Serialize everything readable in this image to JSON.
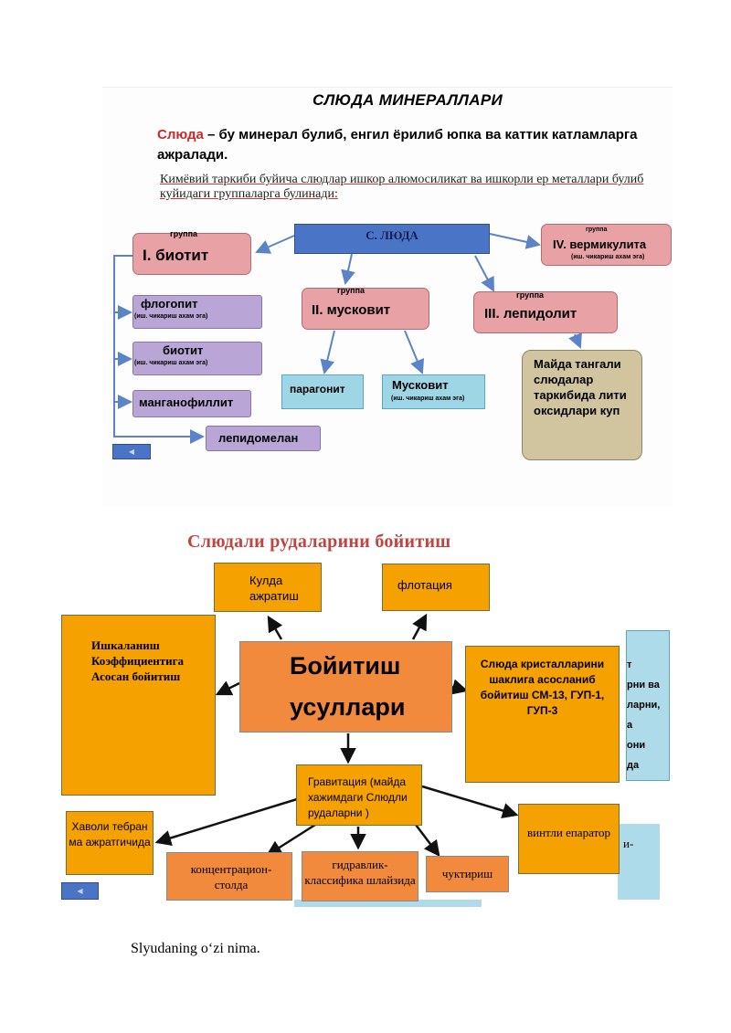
{
  "slide1": {
    "title": "СЛЮДА МИНЕРАЛЛАРИ",
    "definition_term": "Слюда",
    "definition_rest": " – бу минерал булиб, енгил ёрилиб юпка ва каттик катламларга ажралади.",
    "classification": "Кимёвий таркиби буйича слюдлар ишкор алюмосиликат ва ишкорли ер металлари булиб куйидаги группаларга булинади:",
    "center_label": "С. ЛЮДА",
    "group_word": "группа",
    "biotit_group": "I. биотит",
    "muskovit_group": "II. мусковит",
    "lepidolit_group": "III. лепидолит",
    "vermikulit_group": "IV. вермикулита",
    "note": "(иш. чикариш ахам эга)",
    "flogopit": "флогопит",
    "biotit": "биотит",
    "manganofillit": "манганофиллит",
    "lepidomelan": "лепидомелан",
    "paragonit": "парагонит",
    "muskovit": "Мусковит",
    "litiy_note": "Майда тангали слюдалар таркибида лити оксидлари куп",
    "back_button": "◀"
  },
  "slide2": {
    "title": "Слюдали рудаларини бойитиш",
    "center": "Бойитиш усуллари",
    "kulda": "Кулда ажратиш",
    "flotaciya": "флотация",
    "ishkalanish": "Ишкаланиш Коэффициентига Асосан бойитиш",
    "kristall": "Слюда кристалларини шаклига асосланиб бойитиш СМ-13, ГУП-1, ГУП-3",
    "gravitaciya": "Гравитация (майда хажимдаги Слюдли рудаларни )",
    "havoli": "Хаволи тебран ма ажратгичида",
    "vintli": "винтли епаратор",
    "konc": "концентрацион-столда",
    "gidravlik": "гидравлик-классифика шлайзида",
    "chuktirish": "чуктириш",
    "behind_right": [
      "т",
      "рни ва",
      "ларни,",
      "а",
      "они",
      "да"
    ],
    "behind_small": "и-",
    "back_button": "◀"
  },
  "caption": "Slyudaning o‘zi  nima."
}
